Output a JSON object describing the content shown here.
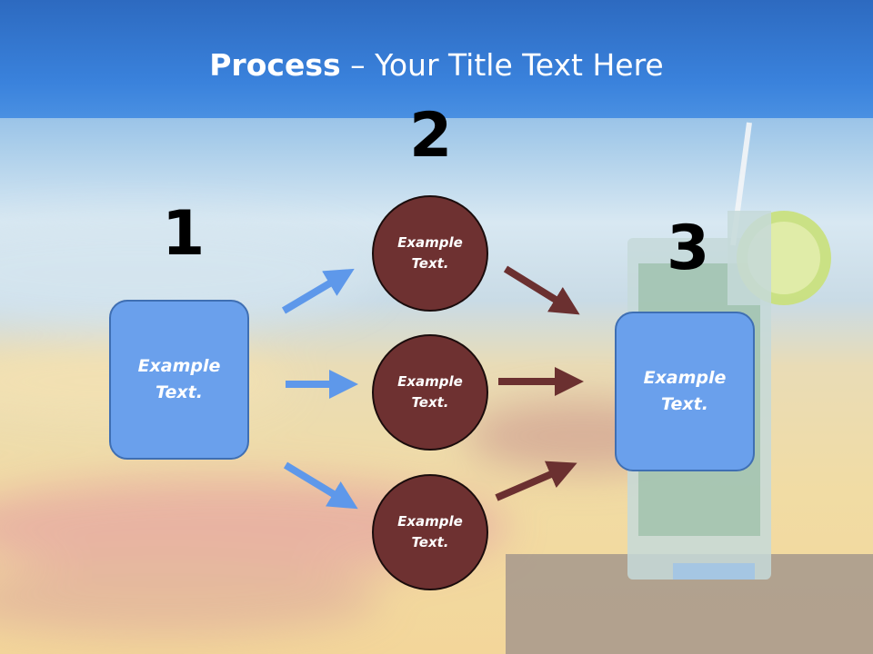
{
  "slide": {
    "title_bold": "Process",
    "title_rest": " – Your Title Text Here"
  },
  "steps": {
    "step1": {
      "number": "1",
      "text": "Example\nText."
    },
    "step2": {
      "number": "2",
      "items": [
        "Example\nText.",
        "Example\nText.",
        "Example\nText."
      ]
    },
    "step3": {
      "number": "3",
      "text": "Example\nText."
    }
  },
  "colors": {
    "title_band": "#3a82dc",
    "box_fill": "#6aa0ec",
    "circle_fill": "#6e3131",
    "blue_arrow": "#5e98ea",
    "brown_arrow": "#6b3030"
  },
  "background": "beach-cocktail-photo"
}
